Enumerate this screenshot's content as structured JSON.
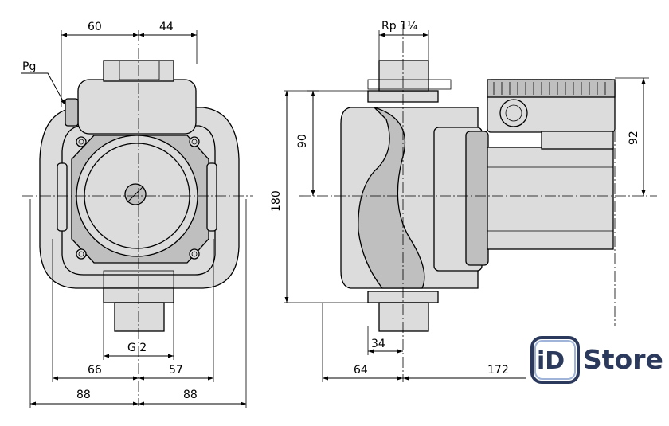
{
  "labels": {
    "pg": "Pg",
    "front_top_left": "60",
    "front_top_right": "44",
    "front_thread": "G 2",
    "front_mid_left": "66",
    "front_mid_right": "57",
    "front_bottom_left": "88",
    "front_bottom_right": "88",
    "side_thread": "Rp 1¼",
    "side_height_upper": "90",
    "side_height_total": "180",
    "side_right_height": "92",
    "side_port": "34",
    "side_bottom_left": "64",
    "side_bottom_right": "172"
  },
  "logo": {
    "mark": "iD",
    "text": "Store",
    "color": "#2b3a5c"
  }
}
